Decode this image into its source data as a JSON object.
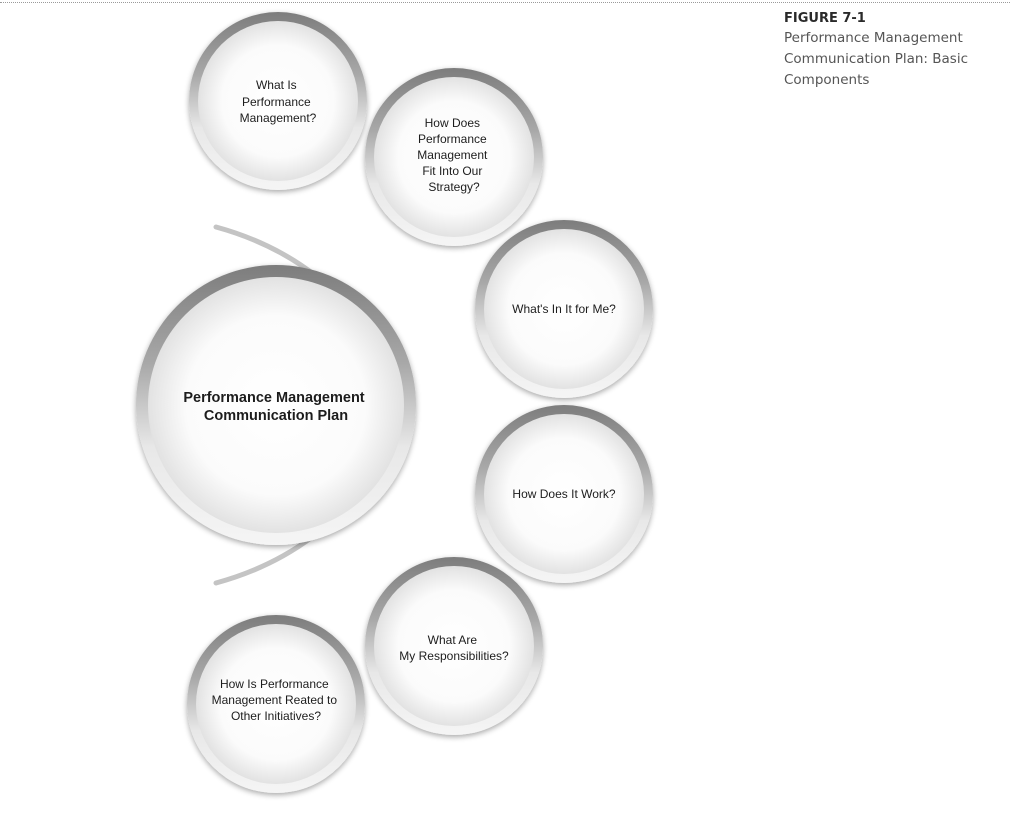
{
  "figure": {
    "label": "FIGURE 7-1",
    "title": "Performance Management Communication Plan: Basic Components"
  },
  "center": {
    "lines": [
      "Performance Management",
      "Communication Plan"
    ]
  },
  "components": [
    {
      "id": "what-is",
      "lines": [
        "What Is",
        "Performance",
        "Management?"
      ]
    },
    {
      "id": "fit-strategy",
      "lines": [
        "How Does",
        "Performance",
        "Management",
        "Fit Into Our",
        "Strategy?"
      ]
    },
    {
      "id": "whats-in-it",
      "lines": [
        "What's In It for Me?"
      ]
    },
    {
      "id": "how-work",
      "lines": [
        "How Does It Work?"
      ]
    },
    {
      "id": "responsibilities",
      "lines": [
        "What Are",
        "My Responsibilities?"
      ]
    },
    {
      "id": "other-initiatives",
      "lines": [
        "How Is Performance",
        "Management Reated to",
        "Other Initiatives?"
      ]
    }
  ],
  "colors": {
    "ring_dark": "#8a8a8a",
    "ring_light": "#f4f4f4",
    "fill_center": "#ffffff",
    "fill_edge": "#e6e6e6",
    "arc": "#c4c4c4",
    "text": "#1e1e1e"
  }
}
